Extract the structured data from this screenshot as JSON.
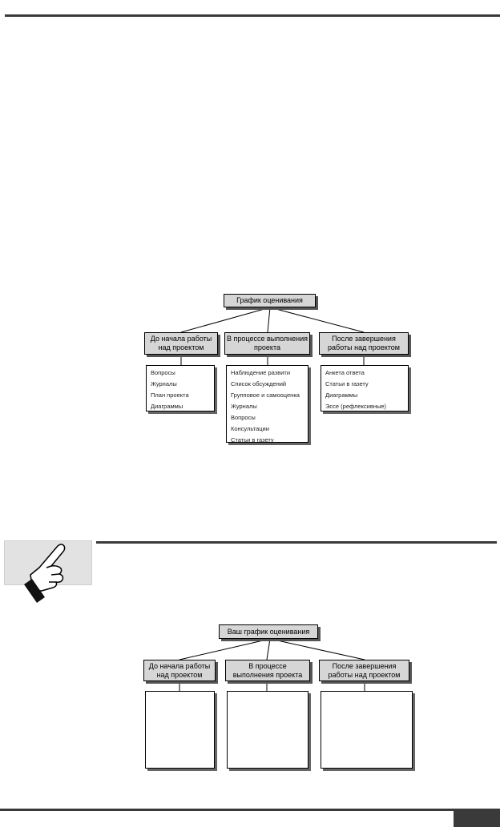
{
  "diagram1": {
    "root": "График оценивания",
    "columns": [
      {
        "header": "До начала работы над проектом",
        "items": [
          "Вопросы",
          "Журналы",
          "План проекта",
          "Диаграммы"
        ]
      },
      {
        "header": "В процессе выполнения проекта",
        "items": [
          "Наблюдение развити",
          "Список обсуждений",
          "Групповое и самооценка",
          "Журналы",
          "Вопросы",
          "Консультации",
          "Статьи в газету"
        ]
      },
      {
        "header": "После завершения работы над проектом",
        "items": [
          "Анкета ответа",
          "Статьи в газету",
          "Диаграммы",
          "Эссе (рефлексивные)"
        ]
      }
    ]
  },
  "diagram2": {
    "root": "Ваш график оценивания",
    "columns": [
      {
        "header": "До начала работы над проектом"
      },
      {
        "header": "В процессе выполнения проекта"
      },
      {
        "header": "После завершения работы над проектом"
      }
    ]
  },
  "icons": {
    "note": "pointing-hand-icon"
  }
}
